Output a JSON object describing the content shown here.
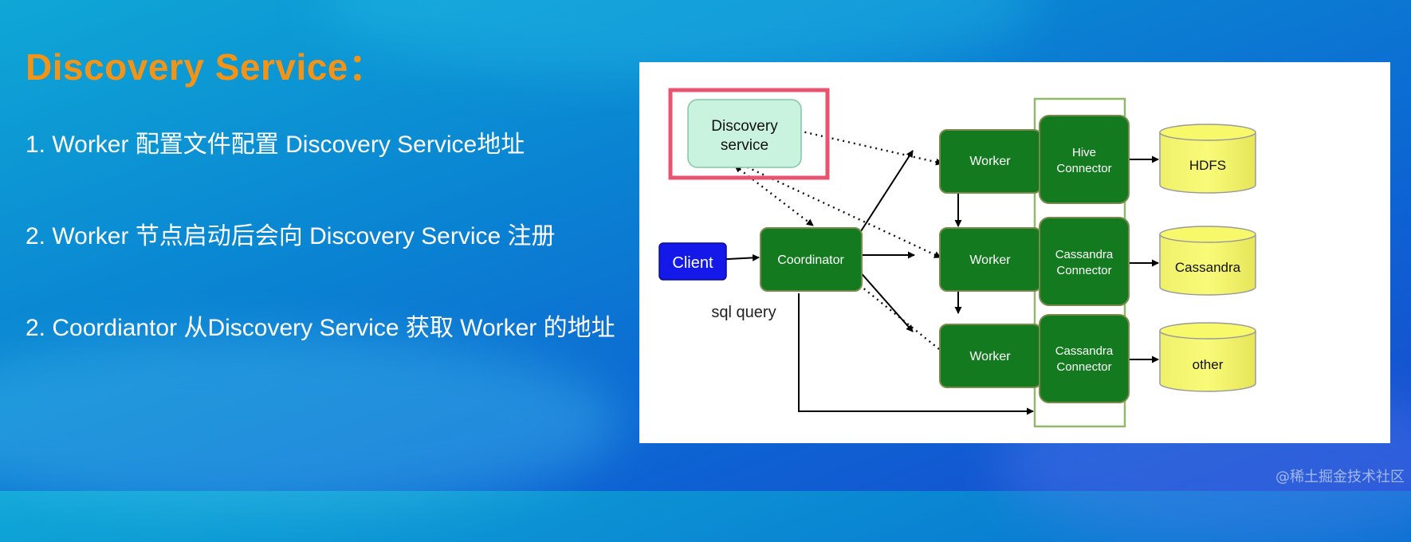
{
  "slide": {
    "title": "Discovery Service：",
    "points": [
      "1. Worker 配置文件配置 Discovery Service地址",
      "2. Worker 节点启动后会向 Discovery Service 注册",
      "2. Coordiantor 从Discovery Service 获取 Worker 的地址"
    ],
    "watermark": "@稀土掘金技术社区"
  },
  "diagram": {
    "discovery": [
      "Discovery",
      "service"
    ],
    "client": "Client",
    "coordinator": "Coordinator",
    "sql_query": "sql query",
    "workers": [
      "Worker",
      "Worker",
      "Worker"
    ],
    "connectors": [
      [
        "Hive",
        "Connector"
      ],
      [
        "Cassandra",
        "Connector"
      ],
      [
        "Cassandra",
        "Connector"
      ]
    ],
    "stores": [
      "HDFS",
      "Cassandra",
      "other"
    ],
    "colors": {
      "highlight": "#e8546f",
      "discovery_fill": "#c9f3df",
      "client_fill": "#1418e8",
      "node_fill": "#137a1f",
      "connector_border": "#93b86b",
      "store_fill": "#f7f86a"
    }
  }
}
